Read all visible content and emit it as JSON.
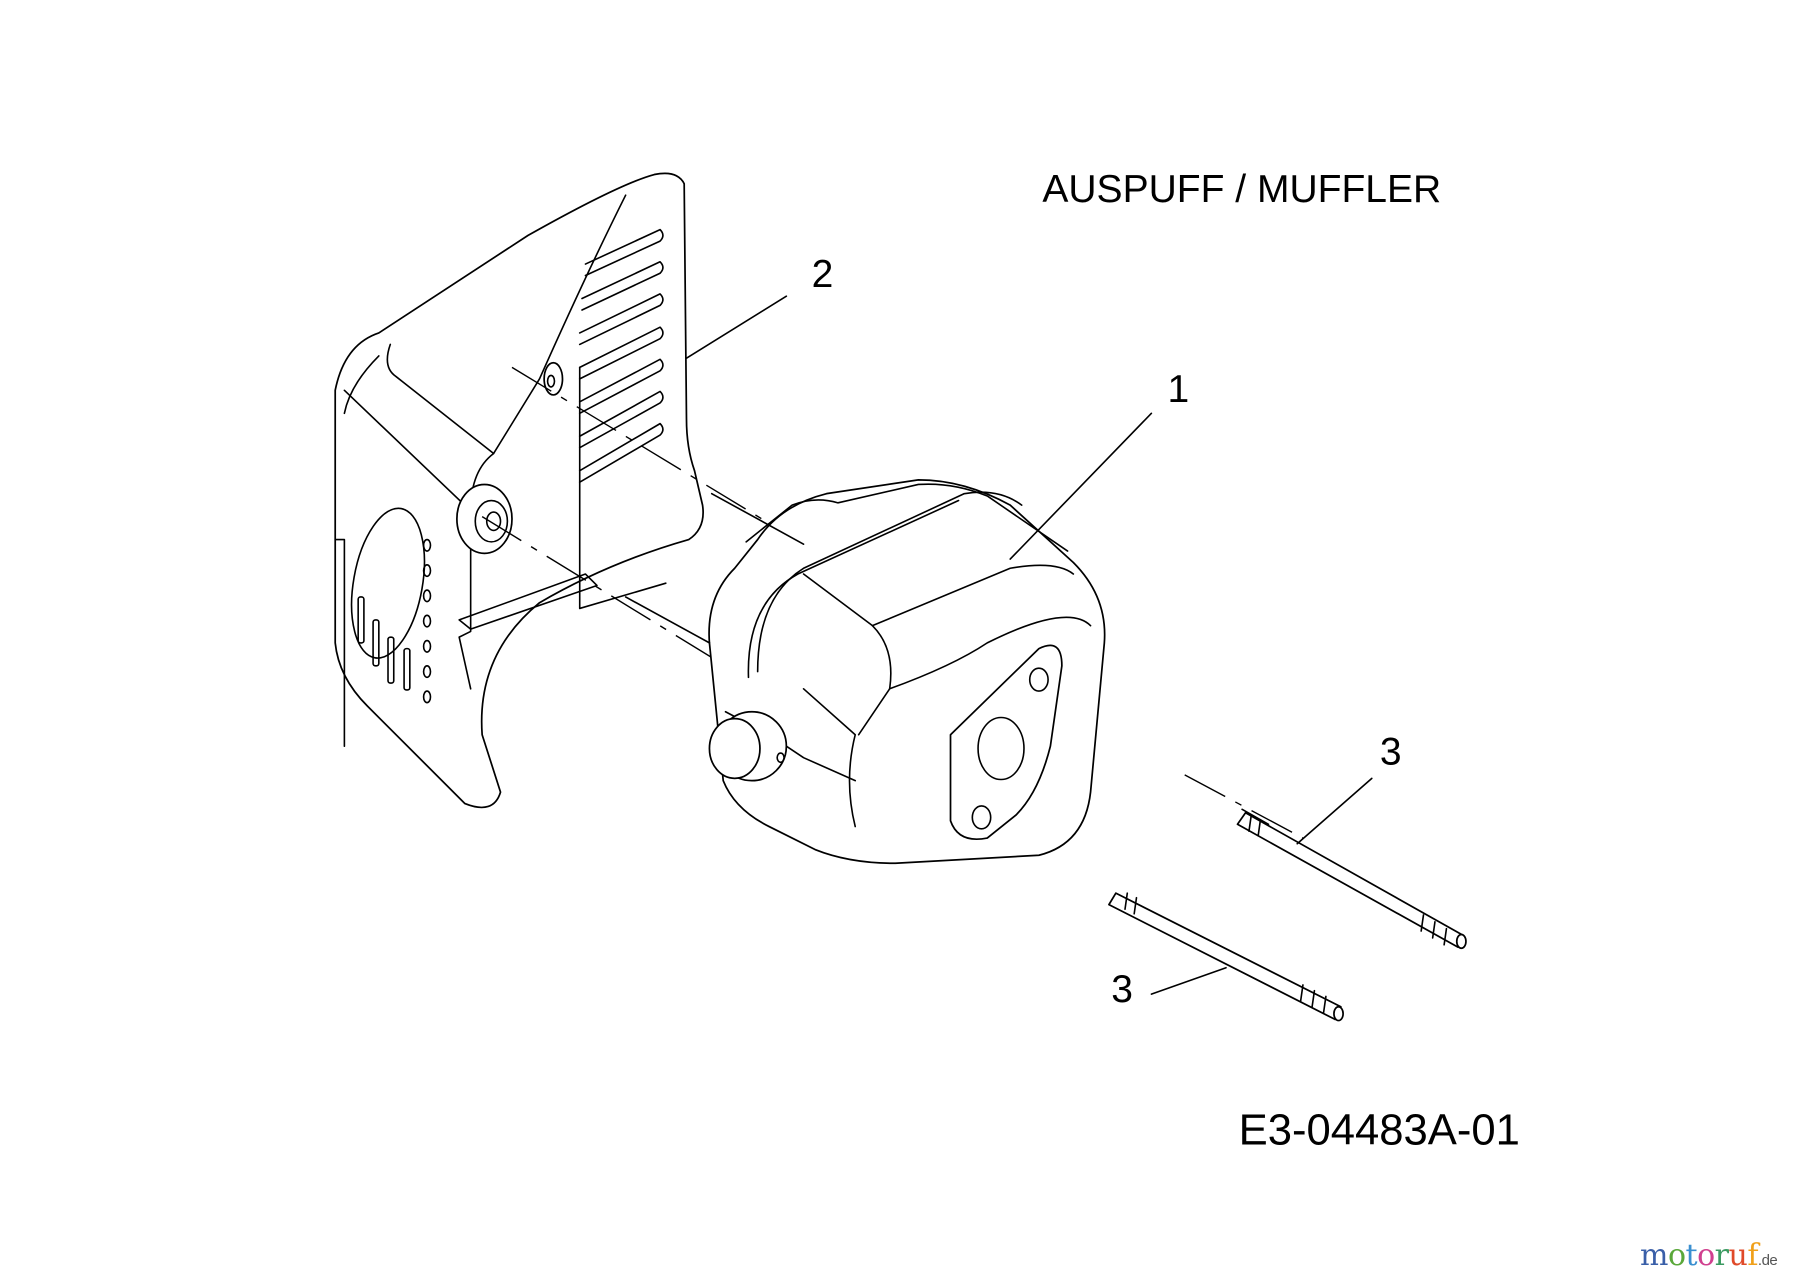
{
  "title": "AUSPUFF / MUFFLER",
  "drawing_code": "E3-04483A-01",
  "callouts": [
    {
      "number": "1",
      "part": "muffler"
    },
    {
      "number": "2",
      "part": "muffler-guard"
    },
    {
      "number": "3",
      "part": "stud"
    },
    {
      "number": "3",
      "part": "stud"
    }
  ],
  "watermark": {
    "text": "motoruf",
    "suffix": ".de",
    "colors": [
      "#3a5fa8",
      "#5aa83a",
      "#3a8fd0",
      "#d0408f",
      "#3a9a60",
      "#e04a2a",
      "#f08a1a",
      "#e8c41a"
    ]
  }
}
